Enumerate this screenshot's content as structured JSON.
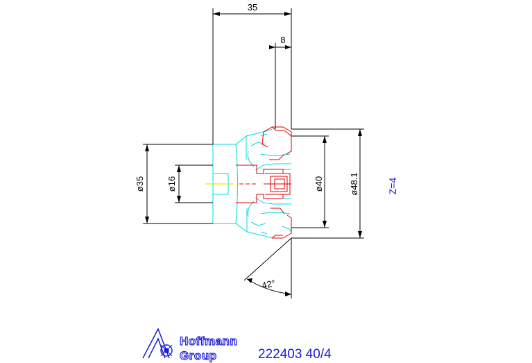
{
  "dimensions": {
    "width_total": "35",
    "width_tip": "8",
    "dia_shank": "ø35",
    "dia_bore": "ø16",
    "dia_inner": "ø40",
    "dia_outer": "ø48.1",
    "angle": "42°"
  },
  "teeth": "Z=4",
  "logo": {
    "line1": "Hoffmann",
    "line2": "Group"
  },
  "part_number": "222403 40/4",
  "colors": {
    "body": "#00d8e8",
    "insert": "#e00000",
    "dimension": "#000000",
    "text_accent": "#1a1adc",
    "centerline": "#e8e800"
  }
}
